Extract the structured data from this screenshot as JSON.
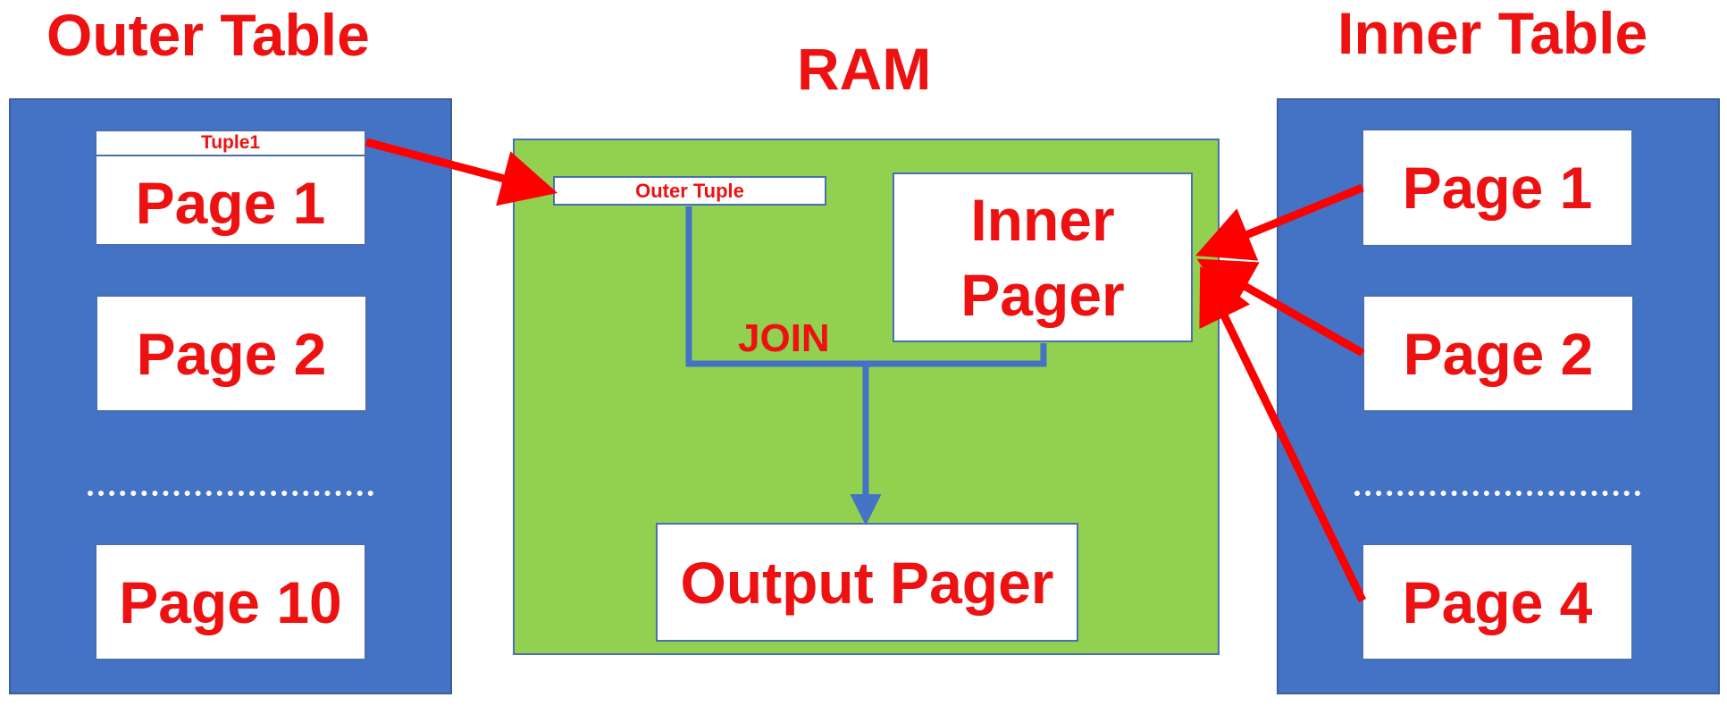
{
  "outer_table": {
    "title": "Outer Table",
    "tuple_label": "Tuple1",
    "pages": [
      "Page 1",
      "Page 2",
      "Page 10"
    ],
    "ellipsis": "........................"
  },
  "ram": {
    "title": "RAM",
    "outer_tuple": "Outer Tuple",
    "inner_pager": "Inner Pager",
    "join_label": "JOIN",
    "output_pager": "Output Pager"
  },
  "inner_table": {
    "title": "Inner Table",
    "pages": [
      "Page 1",
      "Page 2",
      "Page 4"
    ],
    "ellipsis": "........................"
  },
  "colors": {
    "text_red": "#ee1111",
    "table_blue": "#4472c4",
    "ram_green": "#92d050",
    "arrow_red": "#ff0000",
    "join_line_blue": "#4472c4"
  }
}
